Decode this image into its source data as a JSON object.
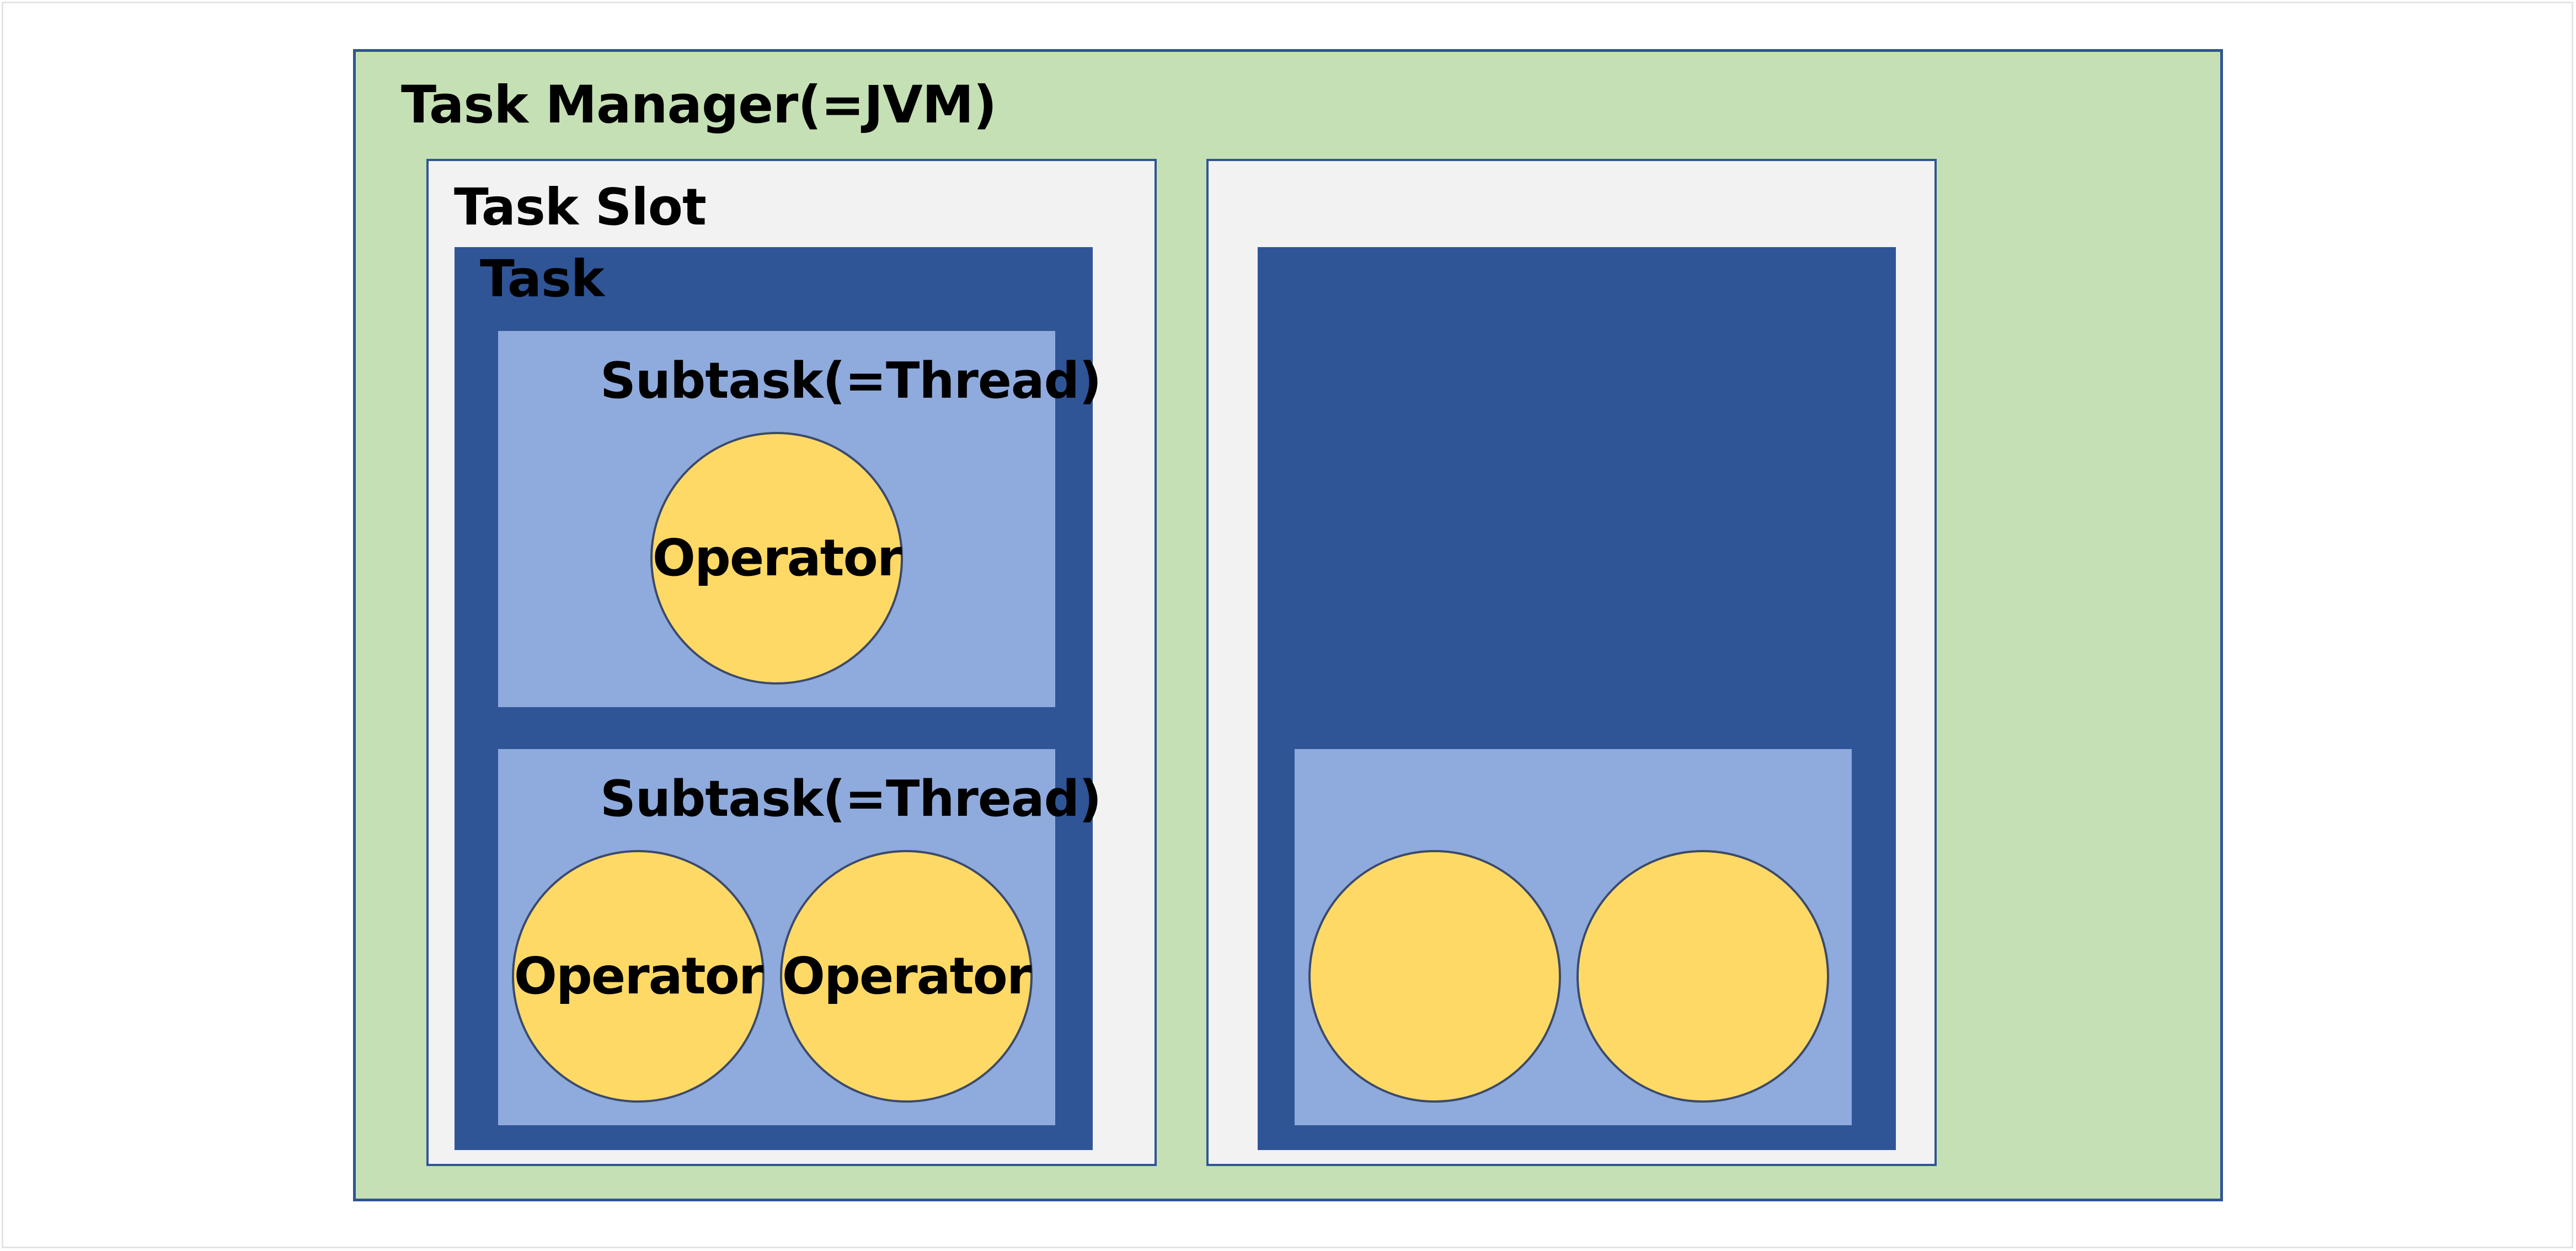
{
  "colors": {
    "task_manager_fill": "#c5e0b4",
    "task_slot_fill": "#f2f2f2",
    "task_fill": "#2f5597",
    "subtask_fill": "#8faadc",
    "operator_fill": "#ffd966",
    "border": "#2f5597"
  },
  "task_manager": {
    "label": "Task Manager(=JVM)"
  },
  "slots": [
    {
      "label": "Task Slot",
      "task": {
        "label": "Task",
        "subtasks": [
          {
            "label": "Subtask(=Thread)",
            "operators": [
              "Operator"
            ]
          },
          {
            "label": "Subtask(=Thread)",
            "operators": [
              "Operator",
              "Operator"
            ]
          }
        ]
      }
    },
    {
      "label": "",
      "task": {
        "label": "",
        "subtasks": [
          {
            "label": "",
            "operators": [
              "",
              ""
            ]
          }
        ]
      }
    }
  ]
}
